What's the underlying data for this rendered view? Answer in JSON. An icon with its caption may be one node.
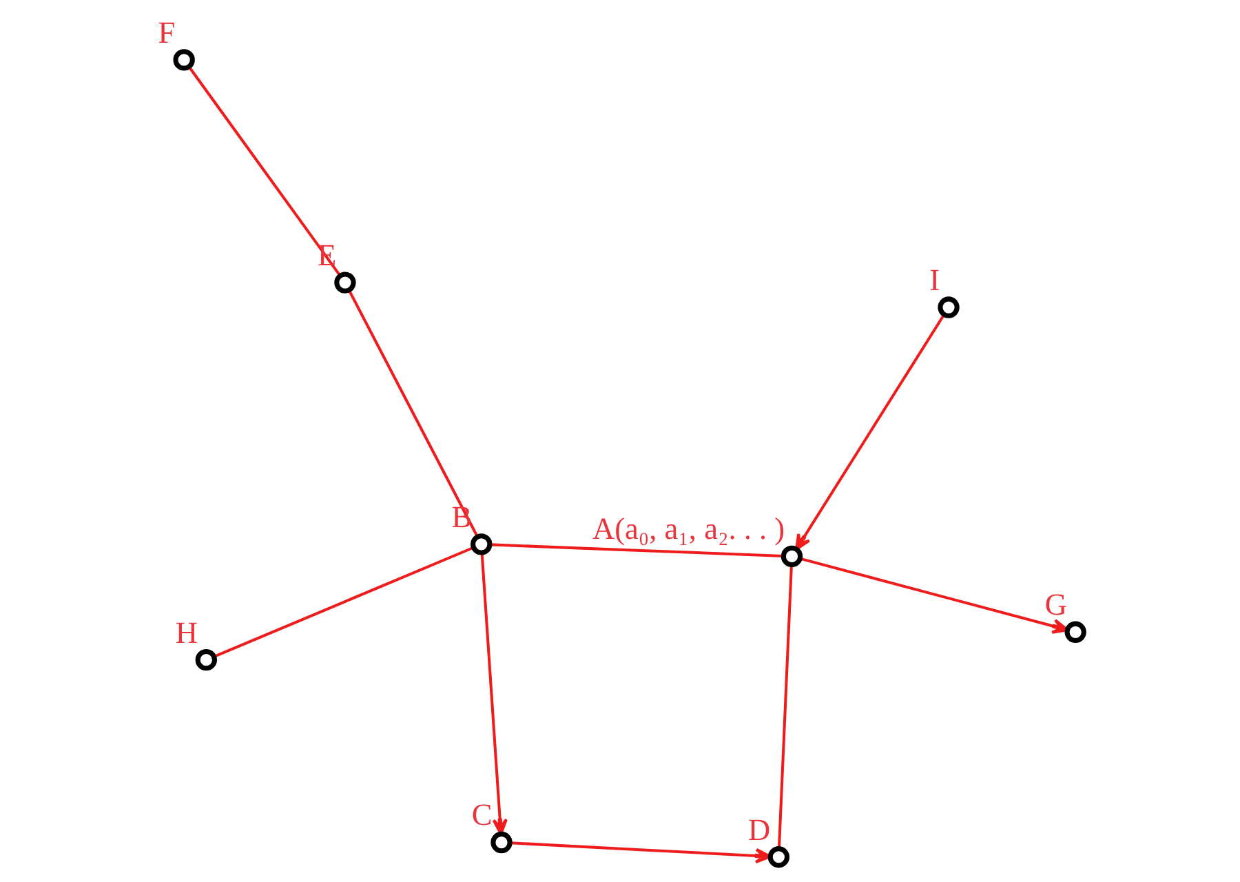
{
  "diagram": {
    "nodes": [
      {
        "text": [],
        "shape": "circle",
        "beside": [
          "H"
        ]
      },
      {
        "text": [],
        "shape": "circle",
        "beside": [
          "G"
        ]
      },
      {
        "text": [],
        "shape": "circle",
        "beside": [
          "A(a₀, a₁, a₂. . . )"
        ]
      },
      {
        "text": [],
        "shape": "circle",
        "beside": [
          "B"
        ]
      },
      {
        "text": [],
        "shape": "circle",
        "beside": [
          "F"
        ]
      },
      {
        "text": [],
        "shape": "circle",
        "beside": [
          "E"
        ]
      },
      {
        "text": [],
        "shape": "circle",
        "beside": [
          "C"
        ]
      },
      {
        "text": [],
        "shape": "circle",
        "beside": [
          "D"
        ]
      },
      {
        "text": [],
        "shape": "circle",
        "beside": [
          "I"
        ]
      }
    ],
    "edges": [
      {
        "from": 0,
        "to": 3,
        "arrow": "none"
      },
      {
        "from": 3,
        "to": 2,
        "arrow": "none"
      },
      {
        "from": 2,
        "to": 1,
        "arrow": "to"
      },
      {
        "from": 3,
        "to": 5,
        "arrow": "none"
      },
      {
        "from": 5,
        "to": 4,
        "arrow": "none"
      },
      {
        "from": 3,
        "to": 6,
        "arrow": "to"
      },
      {
        "from": 6,
        "to": 7,
        "arrow": "to"
      },
      {
        "from": 8,
        "to": 2,
        "arrow": "to"
      },
      {
        "from": 2,
        "to": 7,
        "arrow": "none"
      }
    ]
  }
}
